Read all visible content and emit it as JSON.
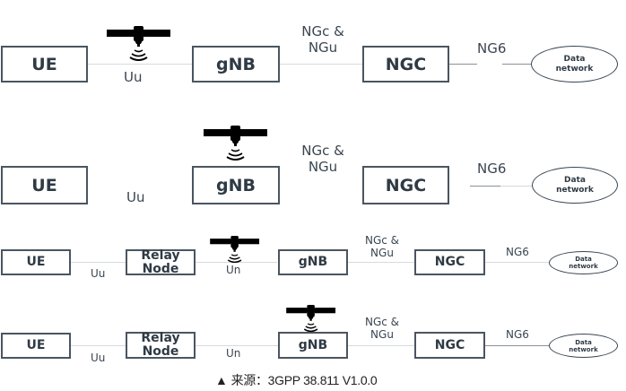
{
  "diagram": {
    "rows": [
      {
        "nodes": [
          "UE",
          "gNB",
          "NGC",
          "Data network"
        ],
        "links": [
          "Uu",
          "NGc & NGu",
          "NG6"
        ],
        "satellite_position": "on Uu link (transparent payload)"
      },
      {
        "nodes": [
          "UE",
          "gNB",
          "NGC",
          "Data network"
        ],
        "links": [
          "Uu",
          "NGc & NGu",
          "NG6"
        ],
        "satellite_position": "above gNB (regenerative payload)"
      },
      {
        "nodes": [
          "UE",
          "Relay Node",
          "gNB",
          "NGC",
          "Data network"
        ],
        "links": [
          "Uu",
          "Un",
          "NGc & NGu",
          "NG6"
        ],
        "satellite_position": "on Un link"
      },
      {
        "nodes": [
          "UE",
          "Relay Node",
          "gNB",
          "NGC",
          "Data network"
        ],
        "links": [
          "Uu",
          "Un",
          "NGc & NGu",
          "NG6"
        ],
        "satellite_position": "above gNB"
      }
    ],
    "labels": {
      "ue": "UE",
      "gnb": "gNB",
      "ngc": "NGC",
      "relay_line1": "Relay",
      "relay_line2": "Node",
      "dn_line1": "Data",
      "dn_line2": "network",
      "uu": "Uu",
      "un": "Un",
      "ngc_ngu_line1": "NGc &",
      "ngc_ngu_line2": "NGu",
      "ng6": "NG6"
    },
    "icons": {
      "satellite": "satellite-icon",
      "caption_marker": "▲"
    },
    "caption": {
      "marker": "▲",
      "text": "来源：3GPP 38.811 V1.0.0"
    }
  }
}
